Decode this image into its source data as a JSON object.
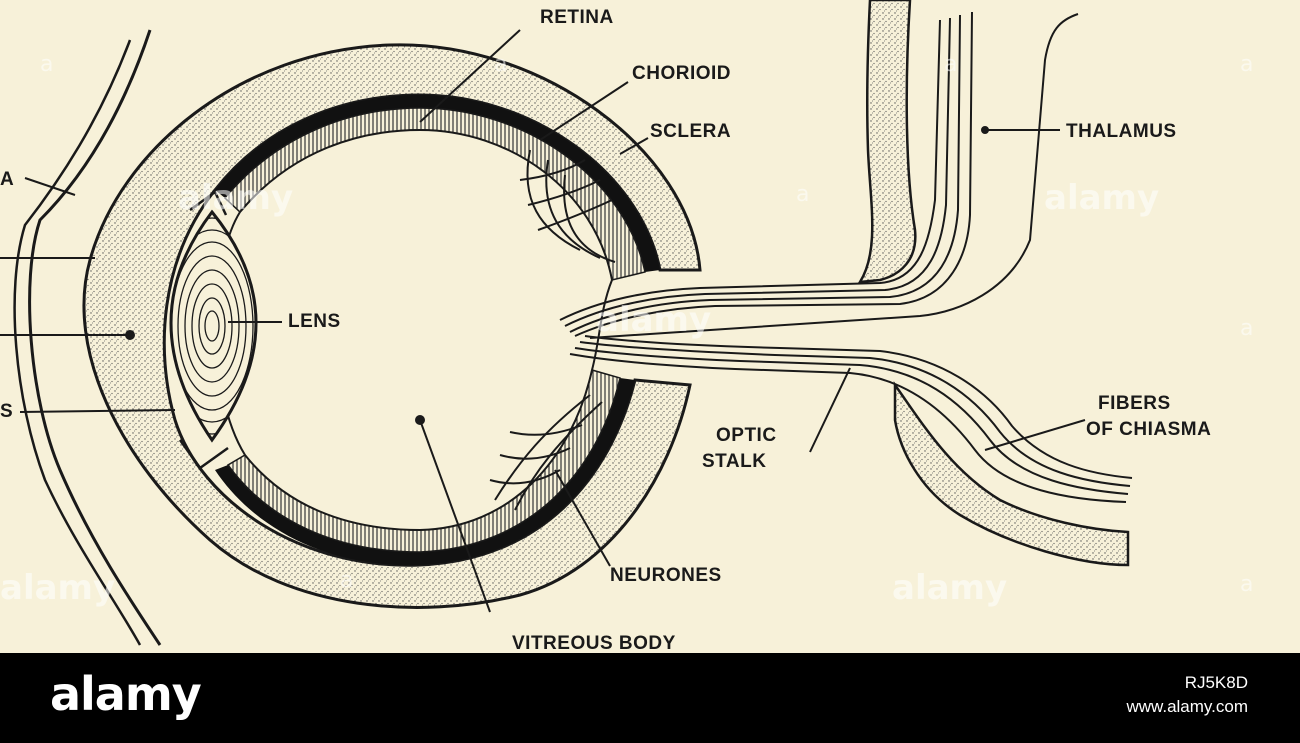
{
  "labels": {
    "retina": "RETINA",
    "chorioid": "CHORIOID",
    "sclera": "SCLERA",
    "thalamus": "THALAMUS",
    "lens": "LENS",
    "fibers_line1": "FIBERS",
    "fibers_line2": "OF CHIASMA",
    "optic_line1": "OPTIC",
    "optic_line2": "STALK",
    "neurones": "NEURONES",
    "vitreous": "VITREOUS BODY",
    "cut_a": "A",
    "cut_s": "S"
  },
  "watermark": {
    "word": "alamy",
    "letter": "a"
  },
  "footer": {
    "brand": "alamy",
    "image_id": "RJ5K8D",
    "site": "www.alamy.com"
  },
  "colors": {
    "paper": "#f7f1d9",
    "ink": "#1a1a1a",
    "footer_bg": "#000000"
  }
}
